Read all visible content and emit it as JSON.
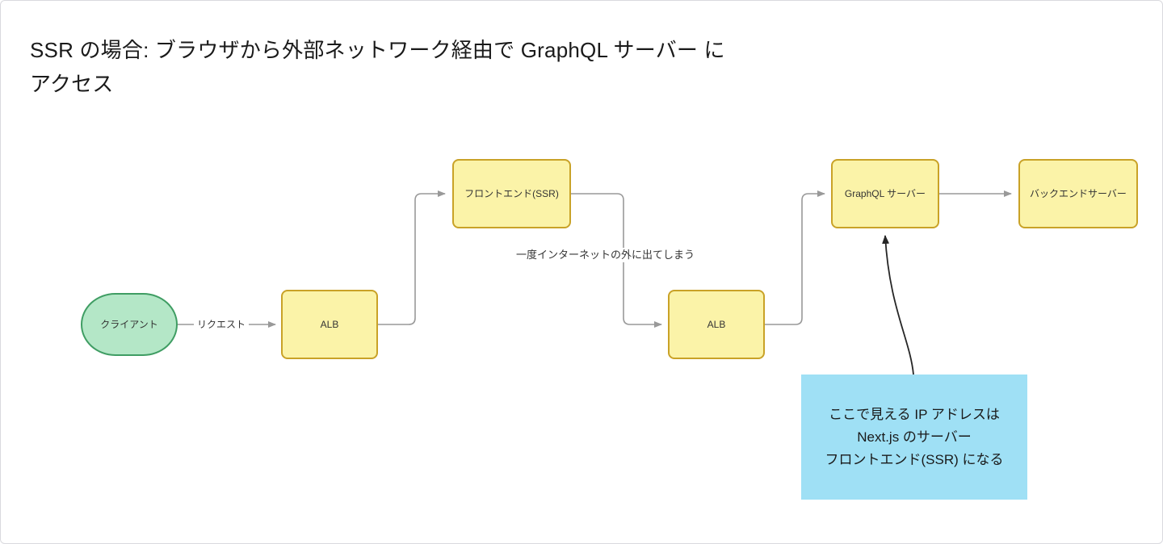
{
  "diagram": {
    "title": "SSR の場合: ブラウザから外部ネットワーク経由で GraphQL サーバー に\nアクセス",
    "background_color": "#ffffff",
    "nodes": [
      {
        "id": "client",
        "label": "クライアント",
        "shape": "rounded-ellipse",
        "fill": "#b4e7c7",
        "stroke": "#3f9d63"
      },
      {
        "id": "alb1",
        "label": "ALB",
        "shape": "rounded-rect",
        "fill": "#fbf3a8",
        "stroke": "#c9a227"
      },
      {
        "id": "frontend",
        "label": "フロントエンド(SSR)",
        "shape": "rounded-rect",
        "fill": "#fbf3a8",
        "stroke": "#c9a227"
      },
      {
        "id": "alb2",
        "label": "ALB",
        "shape": "rounded-rect",
        "fill": "#fbf3a8",
        "stroke": "#c9a227"
      },
      {
        "id": "graphql",
        "label": "GraphQL サーバー",
        "shape": "rounded-rect",
        "fill": "#fbf3a8",
        "stroke": "#c9a227"
      },
      {
        "id": "backend",
        "label": "バックエンドサーバー",
        "shape": "rounded-rect",
        "fill": "#fbf3a8",
        "stroke": "#c9a227"
      }
    ],
    "edges": [
      {
        "from": "client",
        "to": "alb1",
        "label": "リクエスト"
      },
      {
        "from": "alb1",
        "to": "frontend",
        "label": ""
      },
      {
        "from": "frontend",
        "to": "alb2",
        "label": "一度インターネットの外に出てしまう"
      },
      {
        "from": "alb2",
        "to": "graphql",
        "label": ""
      },
      {
        "from": "graphql",
        "to": "backend",
        "label": ""
      },
      {
        "from": "note",
        "to": "graphql",
        "label": ""
      }
    ],
    "edge_color": "#999999",
    "annotation": {
      "text": "ここで見える IP アドレスは\nNext.js のサーバー\nフロントエンド(SSR) になる",
      "fill": "#9fe0f5"
    },
    "middle_label": "一度インターネットの外に出てしまう",
    "request_label": "リクエスト"
  }
}
